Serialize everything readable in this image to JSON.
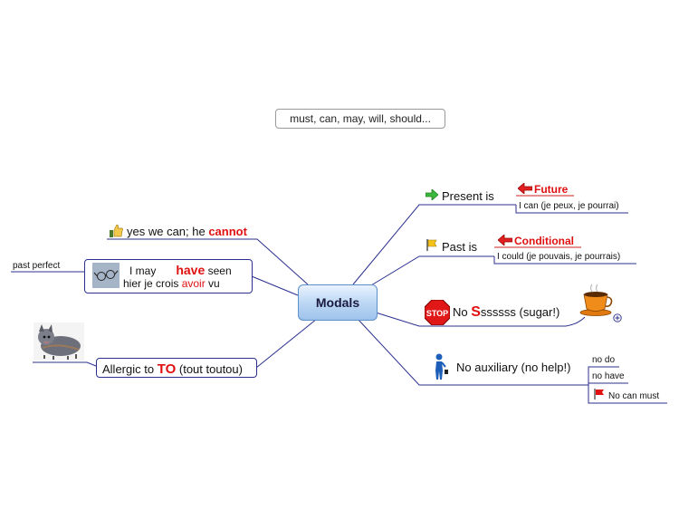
{
  "diagram": {
    "root": "Modals",
    "note": "must, can, may, will, should...",
    "right": {
      "present": {
        "label": "Present is",
        "tag": "Future",
        "detail": "I can (je peux, je pourrai)"
      },
      "past": {
        "label": "Past is",
        "tag": "Conditional",
        "detail": "I could (je pouvais, je pourrais)"
      },
      "stop": {
        "sign": "STOP",
        "pre": "No ",
        "big": "S",
        "rest": "ssssss (sugar!)"
      },
      "aux": {
        "label": "No auxiliary (no help!)",
        "items": [
          "no do",
          "no have",
          "No can must"
        ]
      }
    },
    "left": {
      "yes": {
        "pre": "yes we can; he ",
        "strong": "cannot"
      },
      "perfect": {
        "line1_a": "I may",
        "line1_b": "have",
        "line1_c": " seen",
        "line2_a": "hier je crois ",
        "line2_b": "avoir",
        "line2_c": " vu",
        "tag": "past perfect"
      },
      "allergic": {
        "pre": "Allergic to ",
        "strong": "TO",
        "post": " (tout toutou)"
      }
    }
  },
  "colors": {
    "connector": "#2b2f8f",
    "emphasis": "#e01010",
    "root_fill": "#b9d5f3",
    "root_border": "#5d8fc9"
  },
  "icons": [
    "green-arrow-right-icon",
    "red-arrow-left-icon",
    "yellow-flag-icon",
    "stop-sign-icon",
    "coffee-cup-icon",
    "person-figure-icon",
    "red-flag-icon",
    "thumbs-up-icon",
    "glasses-image-icon",
    "dog-image-icon",
    "expand-plus-icon"
  ]
}
